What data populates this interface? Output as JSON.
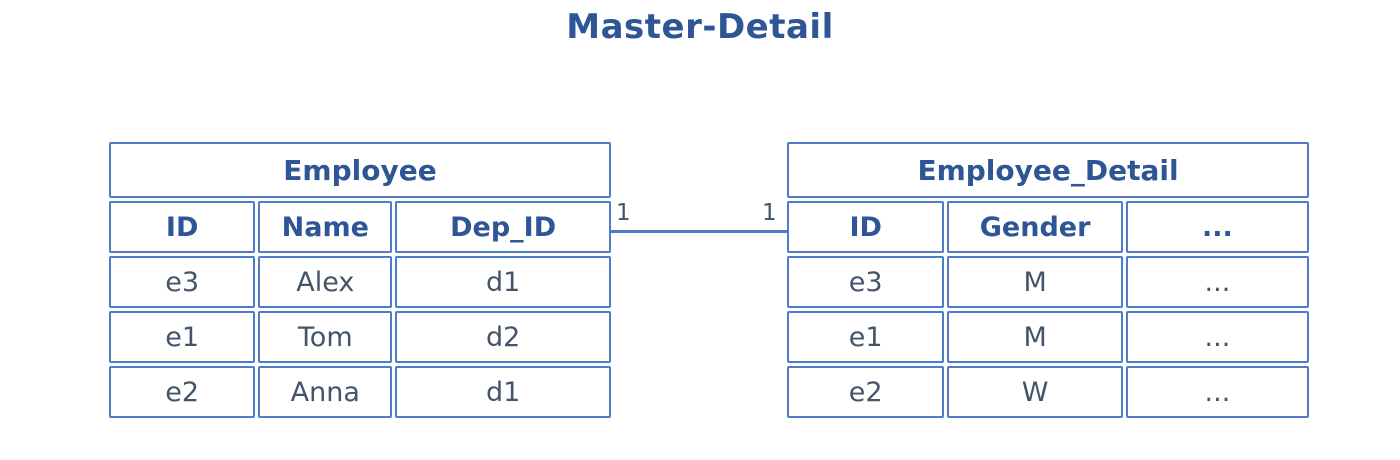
{
  "title": "Master-Detail",
  "colors": {
    "background": "#ffffff",
    "border": "#4d7dc9",
    "title_text": "#2e5596",
    "header_text": "#2e5596",
    "data_text": "#44546a"
  },
  "relationship": {
    "type": "master-detail",
    "left_cardinality": "1",
    "right_cardinality": "1"
  },
  "left_table": {
    "name": "Employee",
    "columns": [
      "ID",
      "Name",
      "Dep_ID"
    ],
    "rows": [
      [
        "e3",
        "Alex",
        "d1"
      ],
      [
        "e1",
        "Tom",
        "d2"
      ],
      [
        "e2",
        "Anna",
        "d1"
      ]
    ]
  },
  "right_table": {
    "name": "Employee_Detail",
    "columns": [
      "ID",
      "Gender",
      "..."
    ],
    "rows": [
      [
        "e3",
        "M",
        "..."
      ],
      [
        "e1",
        "M",
        "..."
      ],
      [
        "e2",
        "W",
        "..."
      ]
    ]
  }
}
